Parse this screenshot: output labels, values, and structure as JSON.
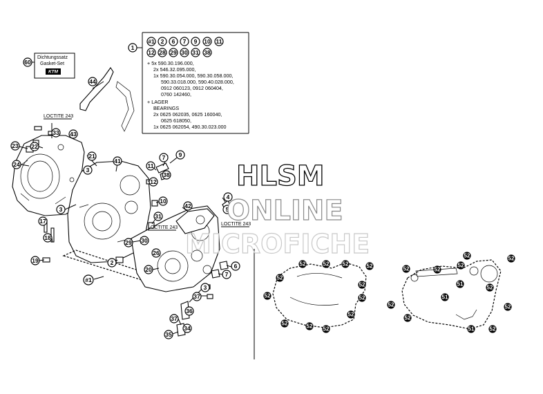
{
  "legend": {
    "ref": "1",
    "row1": [
      "#1",
      "2",
      "6",
      "7",
      "9",
      "10",
      "11"
    ],
    "row2": [
      "12",
      "28",
      "29",
      "30",
      "31",
      "38"
    ],
    "lines": [
      "+ 5x 590.30.196.000,",
      "2x 546.32.095.000,",
      "1x 590.30.054.000, 590.30.058.000,",
      "590.33.018.000, 590.40.028.000,",
      "0912 060123, 0912 060404,",
      "0760 142460,",
      "+ LAGER",
      "BEARINGS",
      "2x 0625 062035, 0625 160040,",
      "0625 618050,",
      "1x 0625 062054, 490.30.023.000"
    ]
  },
  "gasket_set": {
    "callout": "60",
    "line1": "Dichtungssatz",
    "line2": "Gasket-Set",
    "brand": "KTM"
  },
  "annotations": {
    "loctite_1": "LOCTITE 243",
    "loctite_2": "LOCTITE 243",
    "loctite_3": "LOCTITE 243"
  },
  "watermark": {
    "line1": "HLSM",
    "line2": "ONLINE",
    "line3": "MICROFICHE"
  },
  "callouts": {
    "c44": "44",
    "c33": "33",
    "c43": "43",
    "c23": "23",
    "c22": "22",
    "c21": "21",
    "c24": "24",
    "c3a": "3",
    "c3b": "3",
    "c41": "41",
    "c17": "17",
    "c18": "18",
    "c19": "19",
    "c7a": "7",
    "c9": "9",
    "c11": "11",
    "c12": "12",
    "c38": "38",
    "c10": "10",
    "c31": "31",
    "c29": "29",
    "c30": "30",
    "c42": "42",
    "c4": "4",
    "c5": "5",
    "c2": "2",
    "c26": "26",
    "c20": "20",
    "c1": "#1",
    "c6": "6",
    "c7b": "7",
    "c3c": "3",
    "c37": "37",
    "c36": "36",
    "c37b": "37",
    "c34": "34",
    "c35": "35"
  },
  "gasket_callouts": {
    "left": [
      "52",
      "52",
      "52",
      "52",
      "52",
      "52",
      "52",
      "52",
      "52",
      "52",
      "52",
      "52"
    ],
    "right": [
      "52",
      "52",
      "52",
      "52",
      "51",
      "52",
      "52",
      "52",
      "52",
      "51",
      "51",
      "52",
      "52"
    ]
  }
}
